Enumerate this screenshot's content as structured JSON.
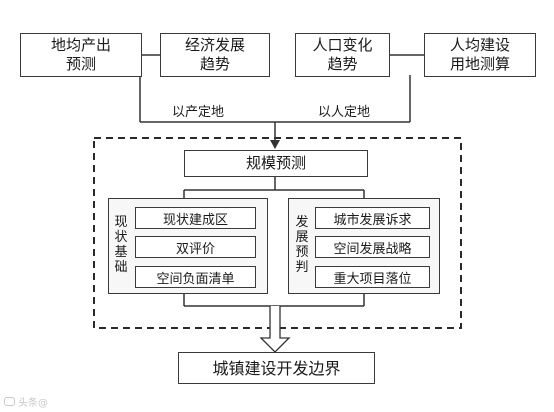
{
  "inputs": [
    {
      "label": "地均产出\n预测"
    },
    {
      "label": "经济发展\n趋势"
    },
    {
      "label": "人口变化\n趋势"
    },
    {
      "label": "人均建设\n用地测算"
    }
  ],
  "edge_labels": {
    "left": "以产定地",
    "right": "以人定地"
  },
  "scale_forecast": "规模预测",
  "current_basis": {
    "label": "现\n状\n基\n础",
    "items": [
      "现状建成区",
      "双评价",
      "空间负面清单"
    ]
  },
  "development_forecast": {
    "label": "发\n展\n预\n判",
    "items": [
      "城市发展诉求",
      "空间发展战略",
      "重大项目落位"
    ]
  },
  "output": "城镇建设开发边界",
  "watermark": "头条@"
}
